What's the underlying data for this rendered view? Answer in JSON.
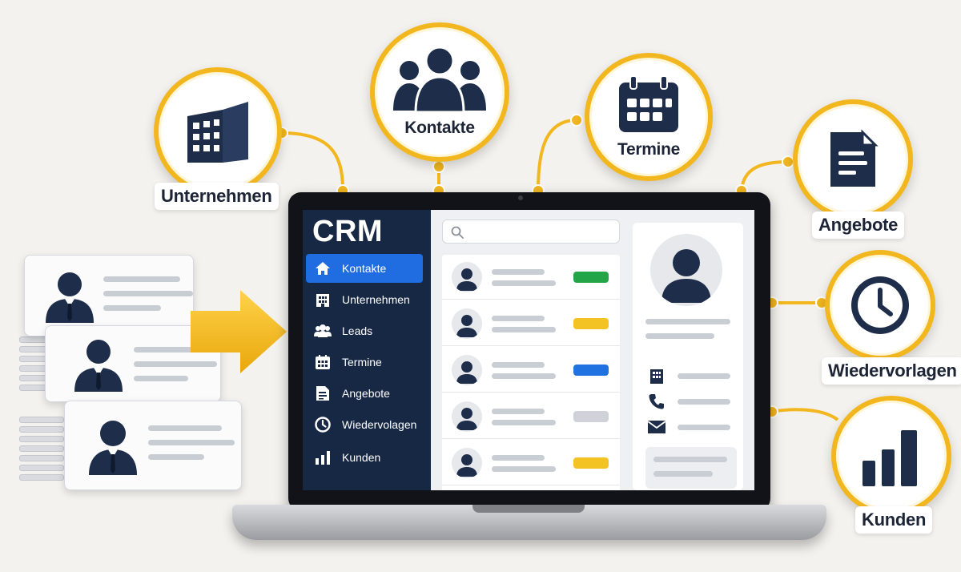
{
  "diagram": {
    "features": [
      {
        "id": "unternehmen",
        "label": "Unternehmen",
        "icon": "building-icon"
      },
      {
        "id": "kontakte",
        "label": "Kontakte",
        "icon": "people-group-icon"
      },
      {
        "id": "termine",
        "label": "Termine",
        "icon": "calendar-icon"
      },
      {
        "id": "angebote",
        "label": "Angebote",
        "icon": "document-icon"
      },
      {
        "id": "wiedervorlagen",
        "label": "Wiedervorlagen",
        "icon": "clock-icon"
      },
      {
        "id": "kunden",
        "label": "Kunden",
        "icon": "bar-chart-icon"
      }
    ],
    "accent_color": "#f2b61f",
    "navy_color": "#1c2b44"
  },
  "crm": {
    "title": "CRM",
    "search": {
      "placeholder": ""
    },
    "nav": [
      {
        "label": "Kontakte",
        "icon": "home-icon",
        "active": true
      },
      {
        "label": "Unternehmen",
        "icon": "building-icon",
        "active": false
      },
      {
        "label": "Leads",
        "icon": "people-icon",
        "active": false
      },
      {
        "label": "Termine",
        "icon": "calendar-icon",
        "active": false
      },
      {
        "label": "Angebote",
        "icon": "document-icon",
        "active": false
      },
      {
        "label": "Wiedervolagen",
        "icon": "clock-icon",
        "active": false
      },
      {
        "label": "Kunden",
        "icon": "bar-chart-icon",
        "active": false
      }
    ],
    "contact_rows": [
      {
        "status_color": "#22a447"
      },
      {
        "status_color": "#f2c322"
      },
      {
        "status_color": "#1f72e0"
      },
      {
        "status_color": "#cfd2d8"
      },
      {
        "status_color": "#f2c322"
      }
    ],
    "detail_icons": [
      "building-icon",
      "phone-icon",
      "mail-icon"
    ],
    "colors": {
      "sidebar": "#172845",
      "active": "#1f6de0"
    }
  }
}
